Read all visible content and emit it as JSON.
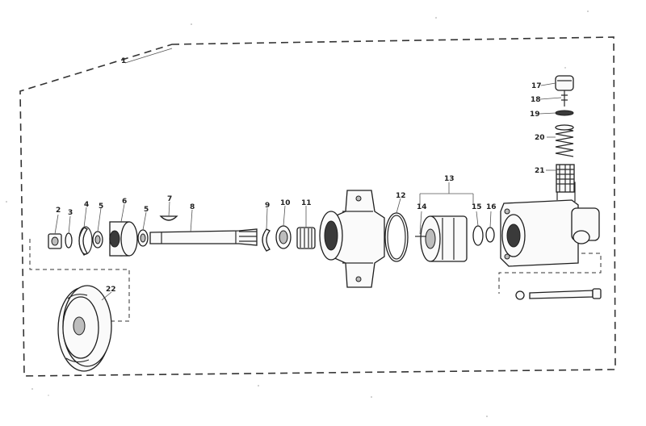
{
  "callouts": [
    "1",
    "2",
    "3",
    "4",
    "5",
    "6",
    "5",
    "7",
    "8",
    "9",
    "10",
    "11",
    "12",
    "13",
    "14",
    "15",
    "16",
    "17",
    "18",
    "19",
    "20",
    "21",
    "22"
  ]
}
